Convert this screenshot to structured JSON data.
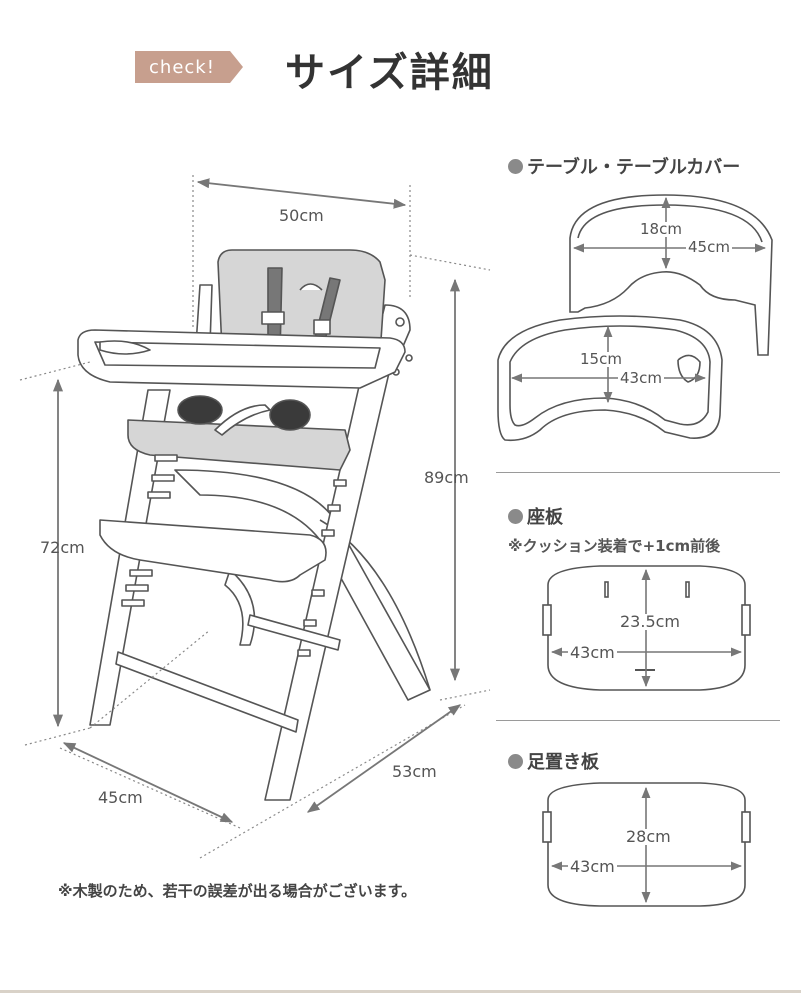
{
  "header": {
    "check_label": "check!",
    "title": "サイズ詳細"
  },
  "chair_dims": {
    "width_top": "50cm",
    "height_total": "89cm",
    "height_tray": "72cm",
    "depth_left": "45cm",
    "depth_right": "53cm"
  },
  "table_section": {
    "heading": "テーブル・テーブルカバー",
    "cover_depth": "18cm",
    "cover_width": "45cm",
    "table_depth": "15cm",
    "table_width": "43cm"
  },
  "seat_section": {
    "heading": "座板",
    "note": "※クッション装着で+1cm前後",
    "depth": "23.5cm",
    "width": "43cm"
  },
  "footrest_section": {
    "heading": "足置き板",
    "depth": "28cm",
    "width": "43cm"
  },
  "footnote": "※木製のため、若干の誤差が出る場合がございます。",
  "colors": {
    "accent": "#c79f8e",
    "cushion": "#d6d6d6",
    "line": "#555555",
    "dim_line": "#777777"
  }
}
